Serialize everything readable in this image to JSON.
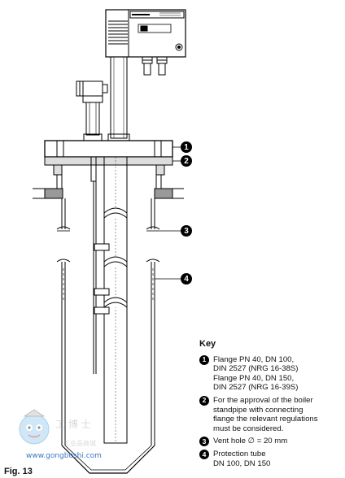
{
  "callouts": [
    "1",
    "2",
    "3",
    "4"
  ],
  "key": {
    "title": "Key",
    "items": [
      {
        "num": "1",
        "lines": [
          "Flange PN 40, DN 100,",
          "DIN 2527 (NRG 16-38S)",
          "Flange PN 40, DN 150,",
          "DIN 2527 (NRG 16-39S)"
        ]
      },
      {
        "num": "2",
        "lines": [
          "For the approval of the boiler",
          "standpipe with connecting",
          "flange the relevant regulations",
          "must be considered."
        ]
      },
      {
        "num": "3",
        "lines": [
          "Vent hole ∅ = 20 mm"
        ]
      },
      {
        "num": "4",
        "lines": [
          "Protection tube",
          "DN 100, DN 150"
        ]
      }
    ]
  },
  "figure_label": "Fig. 13",
  "watermark": {
    "url": "www.gongboshi.com",
    "logo": "robot-mascot-logo"
  }
}
